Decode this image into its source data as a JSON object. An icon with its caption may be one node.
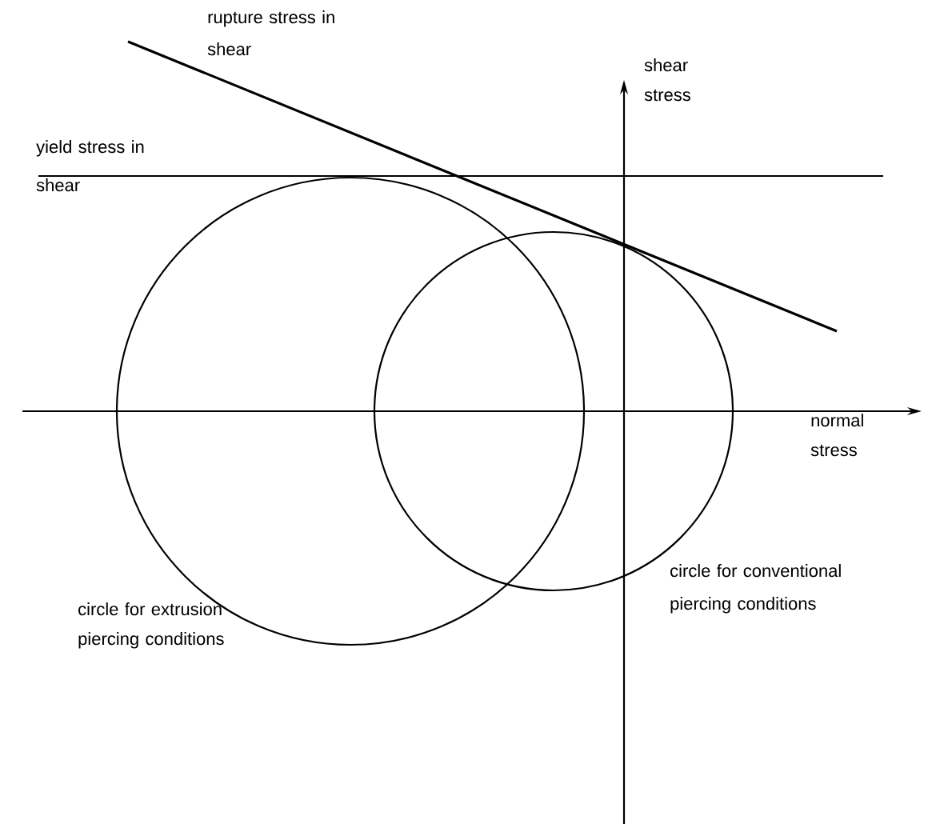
{
  "diagram": {
    "nodes": [
      {
        "text": [],
        "shape": "circle",
        "beside": [
          "circle for extrusion piercing conditions"
        ]
      },
      {
        "text": [],
        "shape": "circle",
        "beside": [
          "circle for conventional piercing conditions"
        ]
      }
    ],
    "labels": [
      "rupture stress in shear",
      "shear stress",
      "yield stress in shear",
      "normal stress"
    ]
  }
}
